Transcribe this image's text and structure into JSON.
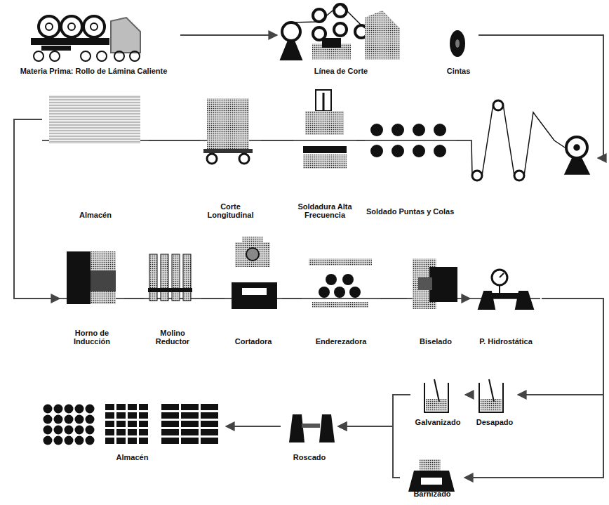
{
  "diagram": {
    "nodes": [
      {
        "text": [
          "Materia Prima: Rollo de Lámina Caliente"
        ]
      },
      {
        "text": [
          "Línea de Corte"
        ]
      },
      {
        "text": [
          "Cintas"
        ]
      },
      {
        "text": [
          "Soldado Puntas y Colas"
        ]
      },
      {
        "text": [
          "Soldadura Alta Frecuencia"
        ]
      },
      {
        "text": [
          "Corte Longitudinal"
        ]
      },
      {
        "text": [
          "Almacén"
        ]
      },
      {
        "text": [
          "Horno de Inducción"
        ]
      },
      {
        "text": [
          "Molino Reductor"
        ]
      },
      {
        "text": [
          "Cortadora"
        ]
      },
      {
        "text": [
          "Enderezadora"
        ]
      },
      {
        "text": [
          "Biselado"
        ]
      },
      {
        "text": [
          "P. Hidrostática"
        ]
      },
      {
        "text": [
          "Desapado"
        ]
      },
      {
        "text": [
          "Galvanizado"
        ]
      },
      {
        "text": [
          "Barnizado"
        ]
      },
      {
        "text": [
          "Roscado"
        ]
      },
      {
        "text": [
          "Almacén"
        ]
      }
    ],
    "edges": [
      {
        "from": 0,
        "to": 1,
        "arrow": "to"
      },
      {
        "from": 2,
        "to": 3,
        "arrow": "to"
      },
      {
        "from": 3,
        "to": 4,
        "arrow": "none"
      },
      {
        "from": 4,
        "to": 5,
        "arrow": "none"
      },
      {
        "from": 5,
        "to": 6,
        "arrow": "none"
      },
      {
        "from": 6,
        "to": 7,
        "arrow": "to"
      },
      {
        "from": 7,
        "to": 8,
        "arrow": "none"
      },
      {
        "from": 8,
        "to": 9,
        "arrow": "none"
      },
      {
        "from": 9,
        "to": 10,
        "arrow": "none"
      },
      {
        "from": 10,
        "to": 11,
        "arrow": "none"
      },
      {
        "from": 11,
        "to": 12,
        "arrow": "to"
      },
      {
        "from": 12,
        "to": 13,
        "arrow": "to"
      },
      {
        "from": 12,
        "to": 15,
        "arrow": "to"
      },
      {
        "from": 13,
        "to": 14,
        "arrow": "to"
      },
      {
        "from": 14,
        "to": 16,
        "arrow": "to"
      },
      {
        "from": 15,
        "to": 16,
        "arrow": "to"
      },
      {
        "from": 16,
        "to": 17,
        "arrow": "to"
      }
    ]
  }
}
